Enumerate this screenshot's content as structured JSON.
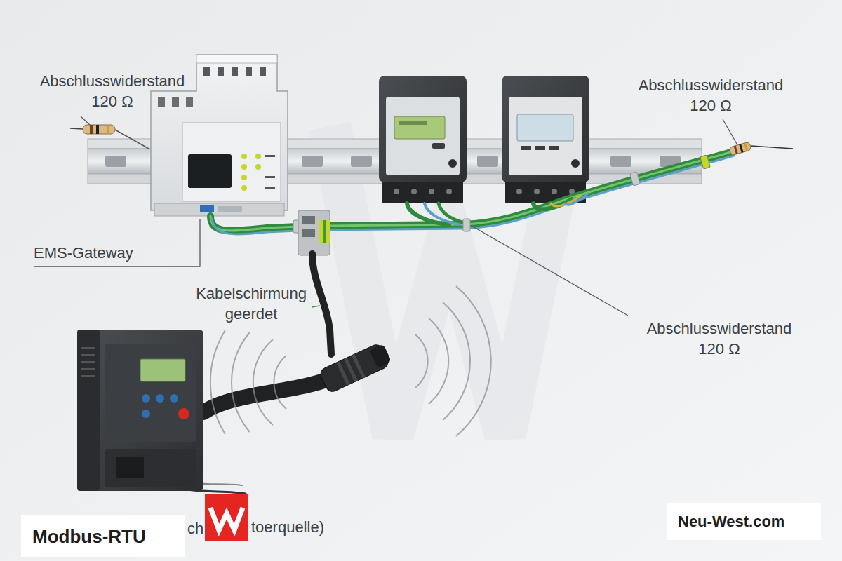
{
  "diagram": {
    "nodes": [
      {
        "text": [
          "Modbus-RTU"
        ]
      },
      {
        "text": [
          "Neu-West.com"
        ]
      }
    ],
    "labels": [
      "Abschlusswiderstand 120 Ω",
      "Abschlusswiderstand 120 Ω",
      "EMS-Gateway",
      "Kabelschirmung geerdet",
      "Abschlusswiderstand 120 Ω",
      "ch",
      "toerquelle)"
    ]
  }
}
